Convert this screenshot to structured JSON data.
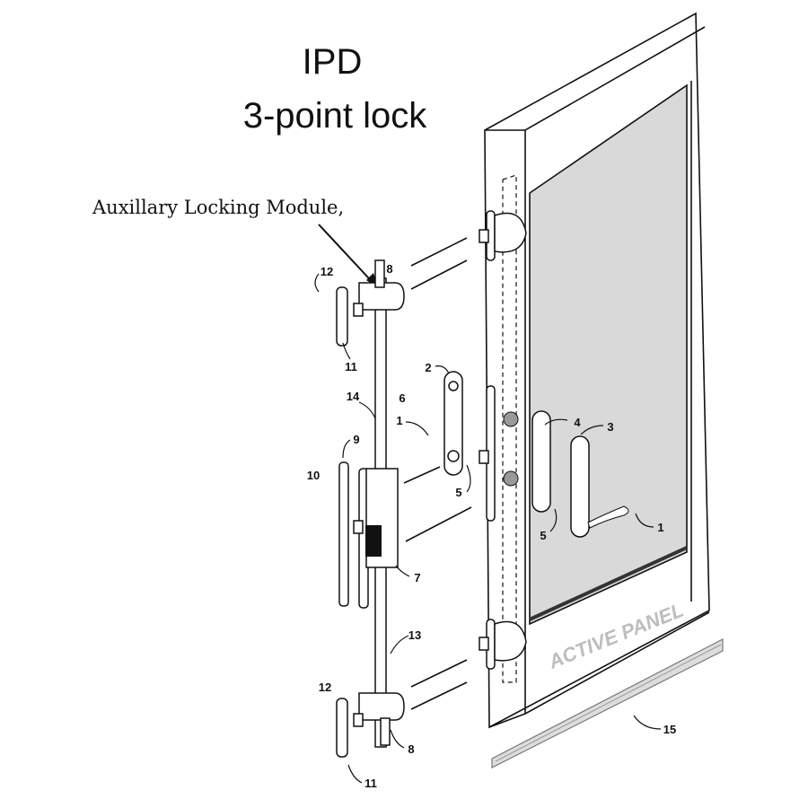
{
  "title": {
    "line1": "IPD",
    "line2": "3-point lock"
  },
  "annotation": "Auxillary  Locking Module,",
  "panel_label": "ACTIVE PANEL",
  "callouts": [
    "8",
    "12",
    "11",
    "14",
    "2",
    "6",
    "1",
    "9",
    "10",
    "5",
    "7",
    "13",
    "12",
    "8",
    "11",
    "4",
    "3",
    "5",
    "1",
    "15"
  ],
  "colors": {
    "glass": "#d9d9d9",
    "line": "#111111",
    "panel_text": "#bdbdbd"
  }
}
